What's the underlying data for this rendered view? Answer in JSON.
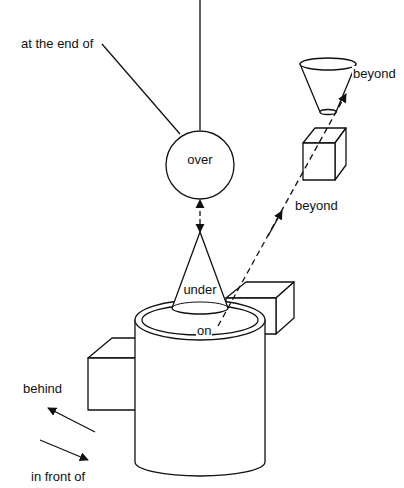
{
  "diagram": {
    "nodes": [
      {
        "text": [
          "over"
        ]
      },
      {
        "text": [
          "under"
        ]
      }
    ],
    "edges": [
      {
        "from": 1,
        "to": 0,
        "arrow": "both"
      }
    ],
    "labels": [
      "at the end of",
      "beyond",
      "beyond",
      "behind",
      "on",
      "in front of"
    ]
  }
}
